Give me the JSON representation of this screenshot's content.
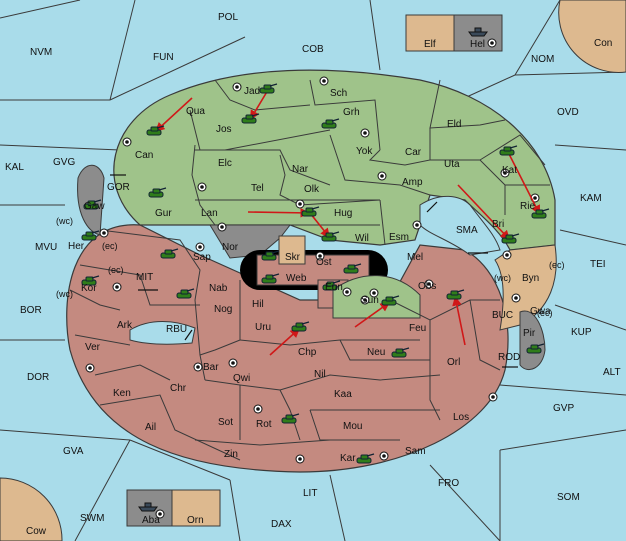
{
  "map_title": "",
  "colors": {
    "sea": "#a9dcea",
    "green_power": "#9fc38a",
    "red_power": "#c48a80",
    "tan_neutral": "#ddb98f",
    "gray_neutral": "#8c8c8c",
    "outline": "#3a3a3a",
    "order_arrow": "#d01818",
    "unit_green": "#2f7d1a"
  },
  "labels": {
    "POL": "POL",
    "NVM": "NVM",
    "FUN": "FUN",
    "COB": "COB",
    "NOM": "NOM",
    "Con": "Con",
    "Elf": "Elf",
    "Hel": "Hel",
    "KAL": "KAL",
    "GVG": "GVG",
    "OVD": "OVD",
    "KAM": "KAM",
    "MVU": "MVU",
    "BOR": "BOR",
    "DOR": "DOR",
    "GVA": "GVA",
    "SWM": "SWM",
    "Cow": "Cow",
    "Aba": "Aba",
    "Orn": "Orn",
    "LIT": "LIT",
    "DAX": "DAX",
    "FRO": "FRO",
    "SOM": "SOM",
    "GVP": "GVP",
    "ALT": "ALT",
    "KUP": "KUP",
    "TEI": "TEI",
    "Jad": "Jad",
    "Sch": "Sch",
    "Qua": "Qua",
    "Grh": "Grh",
    "Jos": "Jos",
    "Eld": "Eld",
    "Can": "Can",
    "Yok": "Yok",
    "Car": "Car",
    "Uta": "Uta",
    "Elc": "Elc",
    "Nar": "Nar",
    "Kat": "Kat",
    "Olk": "Olk",
    "Amp": "Amp",
    "Tel": "Tel",
    "Gur": "Gur",
    "Lan": "Lan",
    "Hug": "Hug",
    "Bri": "Bri",
    "Rie": "Rie",
    "Wil": "Wil",
    "Esm": "Esm",
    "Nor": "Nor",
    "Skr": "Skr",
    "SMA": "SMA",
    "Sap": "Sap",
    "Ost": "Ost",
    "Mel": "Mel",
    "Web": "Web",
    "Byn": "Byn",
    "Nab": "Nab",
    "Eun": "Eun",
    "Obs": "Obs",
    "Kor": "Kor",
    "Hil": "Hil",
    "Sun": "Sun",
    "Gwa": "Gwa",
    "Nog": "Nog",
    "Ark": "Ark",
    "Uru": "Uru",
    "Feu": "Feu",
    "Pir": "Pir",
    "Ver": "Ver",
    "Chp": "Chp",
    "Neu": "Neu",
    "Orl": "Orl",
    "Bar": "Bar",
    "Qwi": "Qwi",
    "Nil": "Nil",
    "Ken": "Ken",
    "Chr": "Chr",
    "Kaa": "Kaa",
    "Los": "Los",
    "Sot": "Sot",
    "Rot": "Rot",
    "Ail": "Ail",
    "Mou": "Mou",
    "Zin": "Zin",
    "Sam": "Sam",
    "Kar": "Kar",
    "Gaw": "Gaw",
    "Her": "Her",
    "GOR": "GOR",
    "MIT": "MIT",
    "RBU": "RBU",
    "BUC": "BUC",
    "ROD": "ROD"
  },
  "coast_marks": {
    "wc_her": "(wc)",
    "ec_her": "(ec)",
    "ec_kor": "(ec)",
    "wc_kor": "(wc)",
    "wc_byn": "(wc)",
    "ec_byn": "(ec)",
    "ec_gwa": "(ec)"
  },
  "units": [
    {
      "type": "army",
      "owner": "green",
      "at": "Jad"
    },
    {
      "type": "army",
      "owner": "green",
      "at": "Jos"
    },
    {
      "type": "army",
      "owner": "green",
      "at": "Can"
    },
    {
      "type": "army",
      "owner": "green",
      "at": "Grh"
    },
    {
      "type": "army",
      "owner": "green",
      "at": "Gur"
    },
    {
      "type": "army",
      "owner": "green",
      "at": "Hug"
    },
    {
      "type": "army",
      "owner": "green",
      "at": "Wil"
    },
    {
      "type": "army",
      "owner": "green",
      "at": "Kat"
    },
    {
      "type": "army",
      "owner": "green",
      "at": "Rie"
    },
    {
      "type": "army",
      "owner": "green",
      "at": "Bri"
    },
    {
      "type": "army",
      "owner": "green",
      "at": "Gaw"
    },
    {
      "type": "army",
      "owner": "green",
      "at": "Her"
    },
    {
      "type": "army",
      "owner": "green",
      "at": "Sap"
    },
    {
      "type": "army",
      "owner": "green",
      "at": "Kor"
    },
    {
      "type": "army",
      "owner": "green",
      "at": "Nab"
    },
    {
      "type": "army",
      "owner": "green",
      "at": "Nor"
    },
    {
      "type": "army",
      "owner": "green",
      "at": "Web"
    },
    {
      "type": "army",
      "owner": "green",
      "at": "Ost"
    },
    {
      "type": "army",
      "owner": "green",
      "at": "Eun"
    },
    {
      "type": "army",
      "owner": "green",
      "at": "Sun"
    },
    {
      "type": "army",
      "owner": "green",
      "at": "Obs"
    },
    {
      "type": "army",
      "owner": "green",
      "at": "Uru"
    },
    {
      "type": "army",
      "owner": "green",
      "at": "Neu"
    },
    {
      "type": "army",
      "owner": "green",
      "at": "Rot"
    },
    {
      "type": "army",
      "owner": "green",
      "at": "Kar"
    },
    {
      "type": "army",
      "owner": "green",
      "at": "Pir"
    },
    {
      "type": "fleet",
      "owner": "gray",
      "at": "Hel"
    },
    {
      "type": "fleet",
      "owner": "gray",
      "at": "Aba"
    }
  ],
  "orders": [
    {
      "from": "Qua",
      "to": "Can"
    },
    {
      "from": "Jad",
      "to": "Jos"
    },
    {
      "from": "Lan",
      "to": "Hug"
    },
    {
      "from": "Hug",
      "to": "Wil"
    },
    {
      "from": "Kat",
      "to": "Rie"
    },
    {
      "from": "Uta",
      "to": "Bri"
    },
    {
      "from": "Hil",
      "to": "Uru"
    },
    {
      "from": "Feu",
      "to": "Sun"
    },
    {
      "from": "Orl",
      "to": "Obs"
    }
  ]
}
